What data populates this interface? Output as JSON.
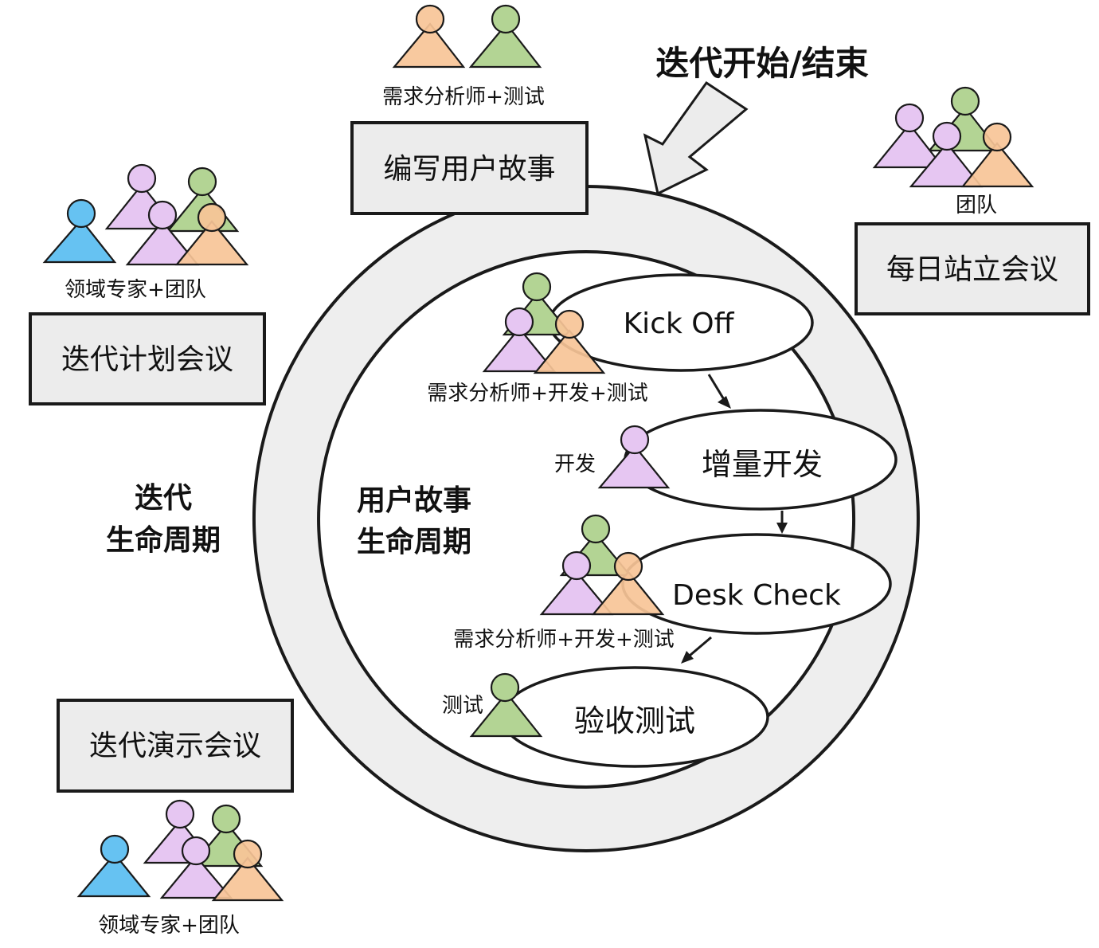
{
  "title": "迭代开始/结束",
  "outer_cycle_label": [
    "迭代",
    "生命周期"
  ],
  "inner_cycle_label": [
    "用户故事",
    "生命周期"
  ],
  "meetings": {
    "story_writing": {
      "label": "编写用户故事",
      "participants": "需求分析师+测试"
    },
    "daily_standup": {
      "label": "每日站立会议",
      "participants": "团队"
    },
    "iteration_planning": {
      "label": "迭代计划会议",
      "participants": "领域专家+团队"
    },
    "iteration_demo": {
      "label": "迭代演示会议",
      "participants": "领域专家+团队"
    }
  },
  "story_steps": [
    {
      "label": "Kick Off",
      "participants": "需求分析师+开发+测试"
    },
    {
      "label": "增量开发",
      "participants": "开发"
    },
    {
      "label": "Desk Check",
      "participants": "需求分析师+开发+测试"
    },
    {
      "label": "验收测试",
      "participants": "测试"
    }
  ],
  "role_colors": {
    "domain_expert": "#66c2f2",
    "developer": "#e6c6f2",
    "analyst": "#b3d494",
    "tester": "#f7c497"
  }
}
